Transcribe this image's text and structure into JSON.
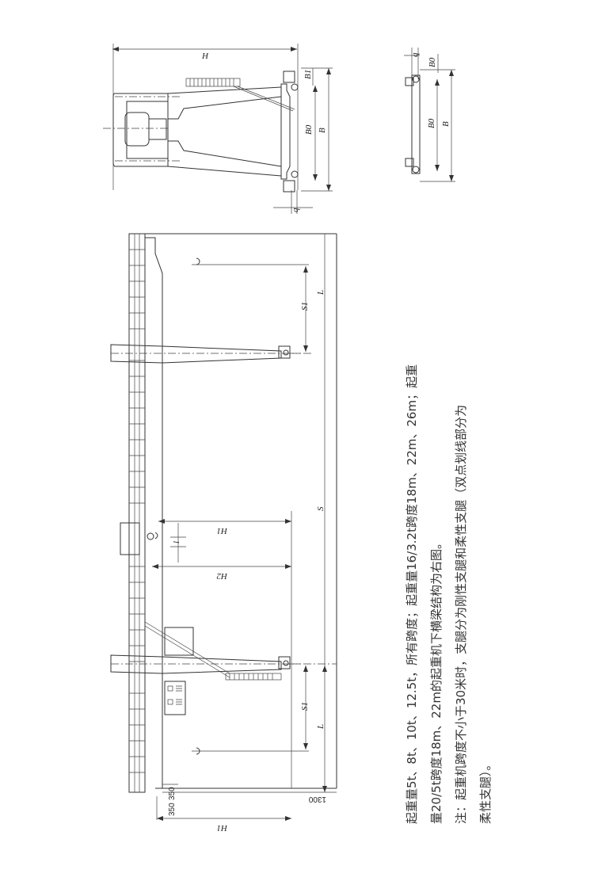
{
  "figure": {
    "type": "engineering drawing - gantry crane (rotated 90°)",
    "top_view_left": {
      "labels": {
        "overall_height": "H",
        "wheelbase_inner": "B0",
        "wheelbase_outer": "B",
        "offset": "B1",
        "rail_gauge": "q"
      }
    },
    "top_view_right": {
      "labels": {
        "offset": "B0",
        "wheelbase_inner": "B0",
        "wheelbase_outer": "B",
        "rail_gauge": "q"
      }
    },
    "main_view": {
      "labels": {
        "span": "S",
        "cantilever_left": "L",
        "cantilever_right": "L",
        "hook_reach_left": "S1",
        "hook_reach_right": "S1",
        "lift_height_main": "H1",
        "lift_height_aux": "H2",
        "hook_offset": "l",
        "base_height": "H1"
      },
      "dimensions": {
        "d1": "350",
        "d2": "350",
        "d3": "1300"
      }
    }
  },
  "notes": {
    "line1": "起重量5t、8t、10t、12.5t，所有跨度；起重量16/3.2t跨度18m、22m、26m；起重",
    "line2": "量20/5t跨度18m、22m的起重机下横梁结构为右图。",
    "line3": "注：起重机跨度不小于30米时，支腿分为刚性支腿和柔性支腿（双点划线部分为",
    "line4": "柔性支腿）。"
  }
}
